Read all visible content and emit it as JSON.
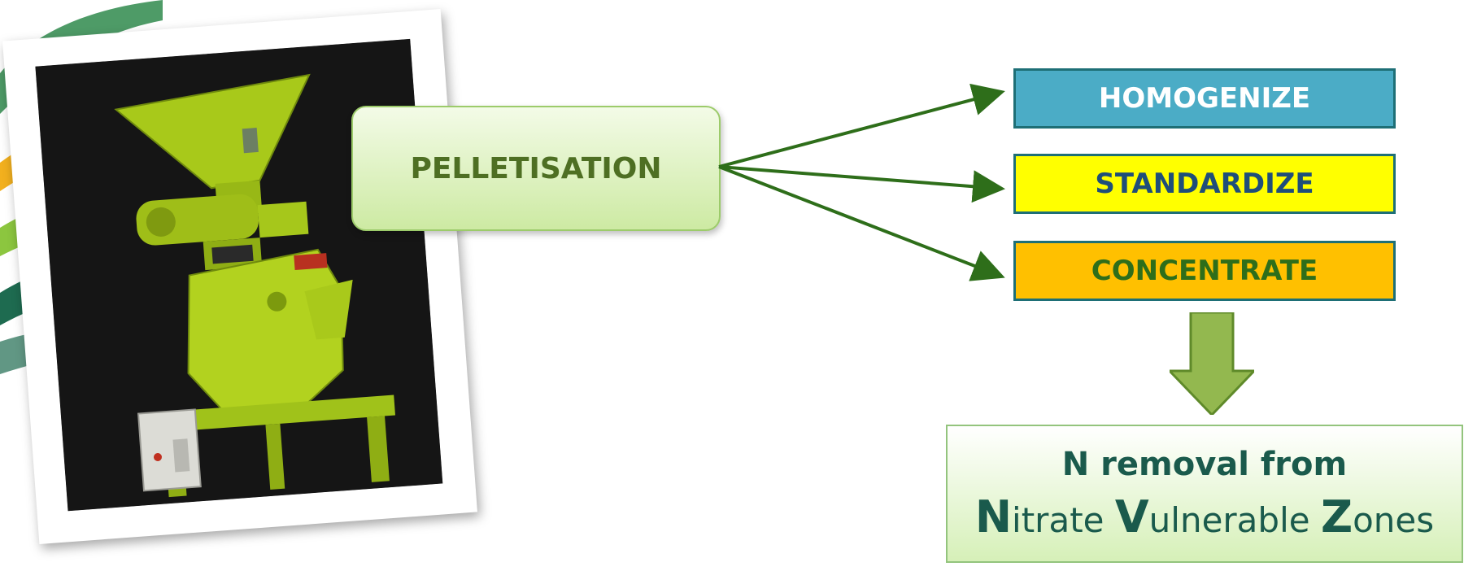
{
  "diagram": {
    "center_label": "PELLETISATION",
    "outputs": [
      {
        "label": "HOMOGENIZE",
        "fill": "#4BACC6",
        "text_color": "#FFFFFF"
      },
      {
        "label": "STANDARDIZE",
        "fill": "#FFFF00",
        "text_color": "#1F4E79"
      },
      {
        "label": "CONCENTRATE",
        "fill": "#FFC000",
        "text_color": "#2E6E1A"
      }
    ],
    "result": {
      "line1": "N removal from",
      "line2": [
        {
          "cap": "N",
          "rest": "itrate"
        },
        {
          "cap": "V",
          "rest": "ulnerable"
        },
        {
          "cap": "Z",
          "rest": "ones"
        }
      ]
    },
    "arrow_color": "#2E6E1A",
    "photo": {
      "subject": "green pellet mill machine",
      "background": "#151515"
    }
  }
}
